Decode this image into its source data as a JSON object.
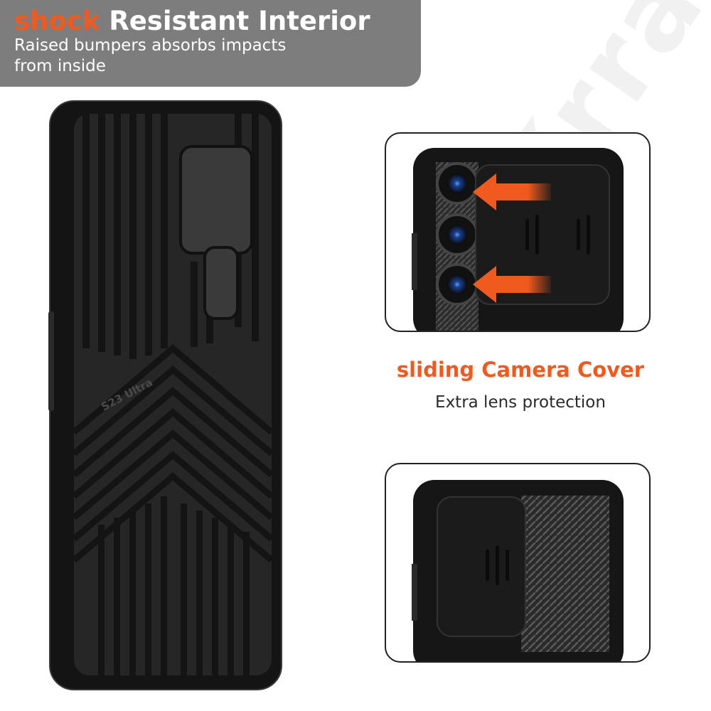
{
  "watermark": {
    "text": "Krral"
  },
  "banner": {
    "title_accent": "shock",
    "title_rest": " Resistant Interior",
    "subtitle": "Raised bumpers absorbs impacts from inside"
  },
  "case": {
    "model_label": "S23 Ultra"
  },
  "feature": {
    "title": "sliding Camera Cover",
    "subtitle": "Extra lens protection"
  },
  "colors": {
    "accent": "#f05a1e",
    "banner_background": "#7d7d7d",
    "case_black": "#1a1a1a",
    "arrow_orange": "#f05a1e"
  }
}
